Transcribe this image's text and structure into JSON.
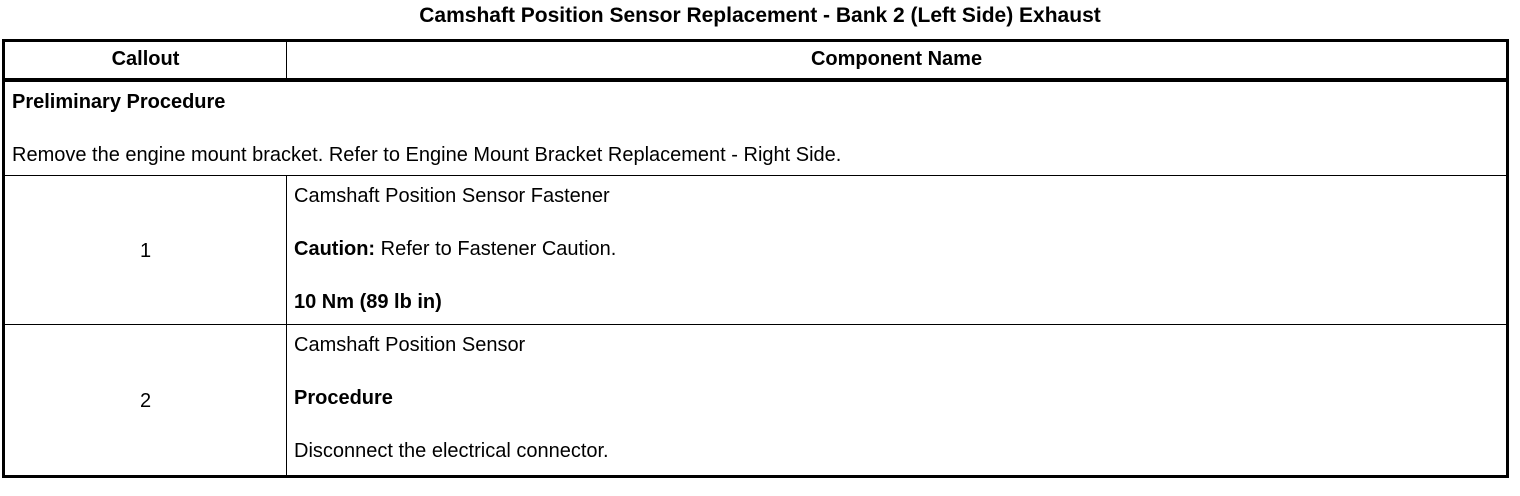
{
  "title": "Camshaft Position Sensor Replacement - Bank 2 (Left Side) Exhaust",
  "table": {
    "headers": [
      "Callout",
      "Component Name"
    ],
    "preliminary": {
      "heading": "Preliminary Procedure",
      "text": "Remove the engine mount bracket. Refer to Engine Mount Bracket Replacement - Right Side."
    },
    "rows": [
      {
        "callout": "1",
        "component": "Camshaft Position Sensor Fastener",
        "caution_label": "Caution:",
        "caution_text": " Refer to Fastener Caution.",
        "torque": "10 Nm (89 lb in)"
      },
      {
        "callout": "2",
        "component": "Camshaft Position Sensor",
        "procedure_label": "Procedure",
        "procedure_text": "Disconnect the electrical connector."
      }
    ]
  }
}
